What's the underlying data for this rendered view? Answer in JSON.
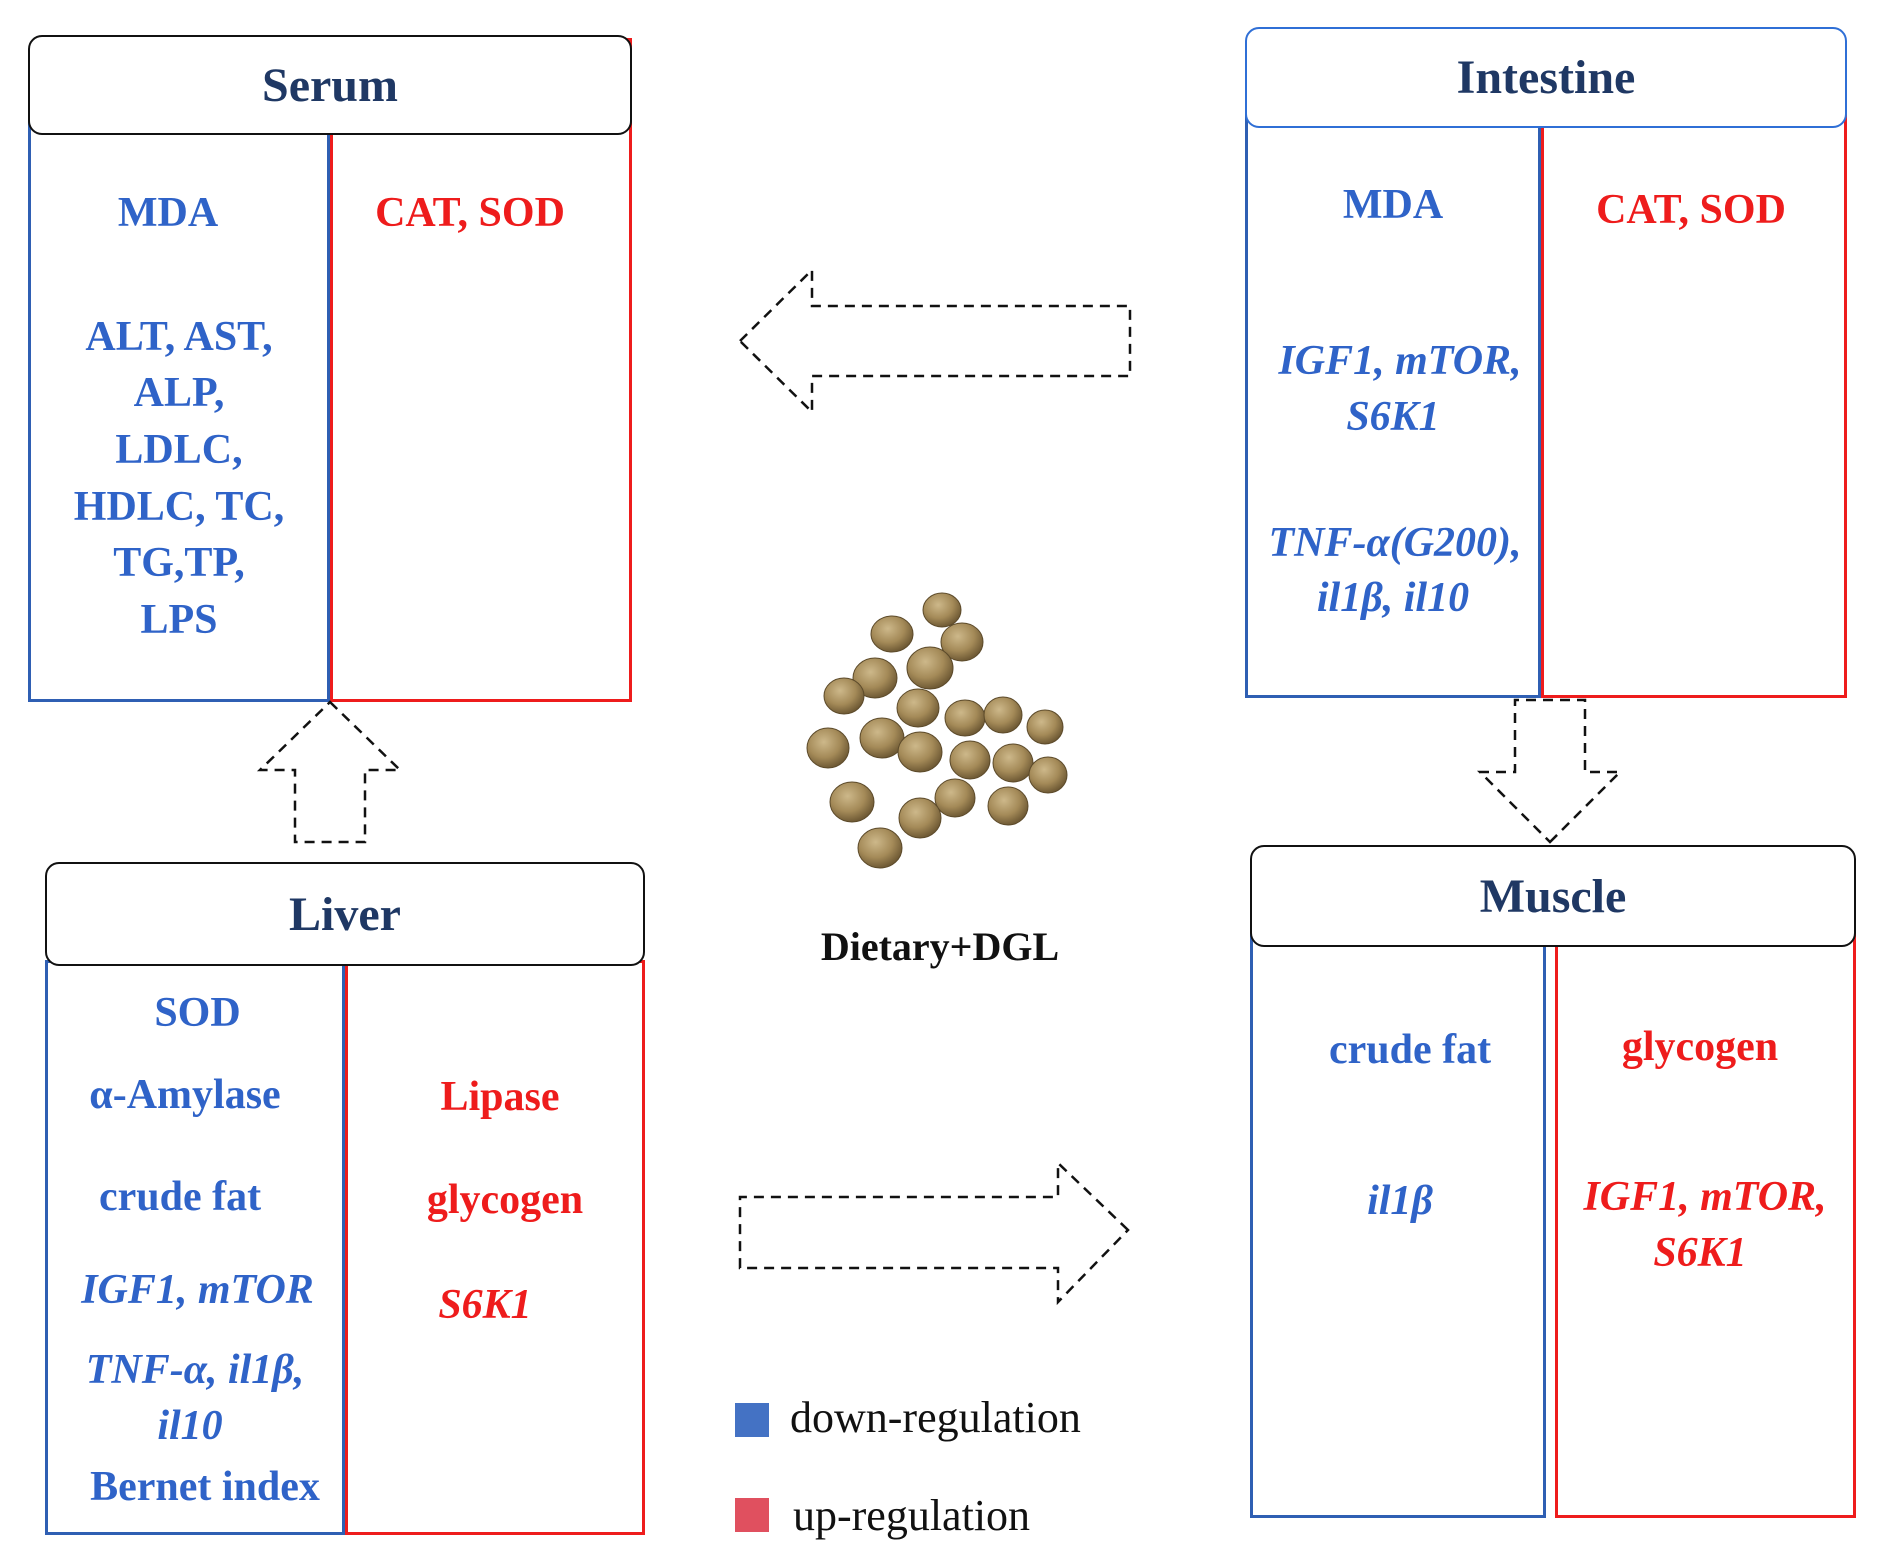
{
  "serum": {
    "title": "Serum",
    "down": [
      "MDA",
      "ALT, AST,",
      "ALP,",
      "LDLC,",
      "HDLC, TC,",
      "TG,TP,",
      "LPS"
    ],
    "up": [
      "CAT, SOD"
    ]
  },
  "intestine": {
    "title": "Intestine",
    "down": [
      "MDA",
      "IGF1, mTOR,",
      "S6K1",
      "TNF-α(G200),",
      "il1β, il10"
    ],
    "up": [
      "CAT, SOD"
    ]
  },
  "liver": {
    "title": "Liver",
    "down": [
      "SOD",
      "α-Amylase",
      "crude fat",
      "IGF1, mTOR",
      "TNF-α, il1β,",
      "il10",
      "Bernet index"
    ],
    "up": [
      "Lipase",
      "glycogen",
      "S6K1"
    ]
  },
  "muscle": {
    "title": "Muscle",
    "down": [
      "crude fat",
      "il1β"
    ],
    "up": [
      "glycogen",
      "IGF1, mTOR,",
      "S6K1"
    ]
  },
  "center": {
    "label": "Dietary+DGL"
  },
  "legend": {
    "down_label": "down-regulation",
    "up_label": "up-regulation",
    "down_color": "#4472c4",
    "up_color": "#e0505f"
  }
}
